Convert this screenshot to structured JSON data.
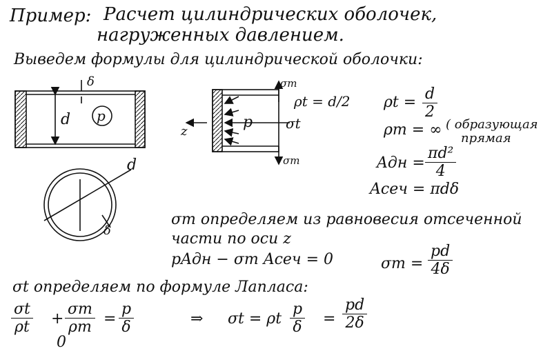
{
  "heading": {
    "example_label": "Пример:",
    "title_line1": "Расчет цилиндрических оболочек,",
    "title_line2": "нагруженных давлением."
  },
  "intro": "Выведем формулы для цилиндрической оболочки:",
  "diagram_labels": {
    "delta": "δ",
    "d": "d",
    "p": "p",
    "sigma_m": "σm",
    "z": "z",
    "sigma_t": "σt",
    "rho_t_eq": "ρt = d/2"
  },
  "formulas": {
    "rho_t": {
      "lhs": "ρt =",
      "num": "d",
      "den": "2"
    },
    "rho_m": {
      "text": "ρm = ∞",
      "note_line1": "( образующая",
      "note_line2": "прямая"
    },
    "a_dn": {
      "lhs": "Aдн =",
      "num": "πd²",
      "den": "4"
    },
    "a_sech": {
      "text": "Aсеч = πdδ"
    }
  },
  "sigma_m_text": {
    "line1": "σm определяем из равновесия отсеченной",
    "line2": "части по оси z",
    "equation": "pAдн − σm Aсеч = 0",
    "result_lhs": "σm =",
    "result_num": "pd",
    "result_den": "4δ"
  },
  "laplace": {
    "line": "σt определяем по формуле Лапласа:",
    "f1_num": "σt",
    "f1_den": "ρt",
    "plus": "+",
    "f2_num": "σm",
    "f2_den": "ρm",
    "eq": "=",
    "f3_num": "p",
    "f3_den": "δ",
    "zero": "0",
    "arrow": "⇒",
    "res_lhs": "σt = ρt",
    "res_num1": "p",
    "res_den1": "δ",
    "res_eq": "=",
    "res_num2": "pd",
    "res_den2": "2δ"
  }
}
